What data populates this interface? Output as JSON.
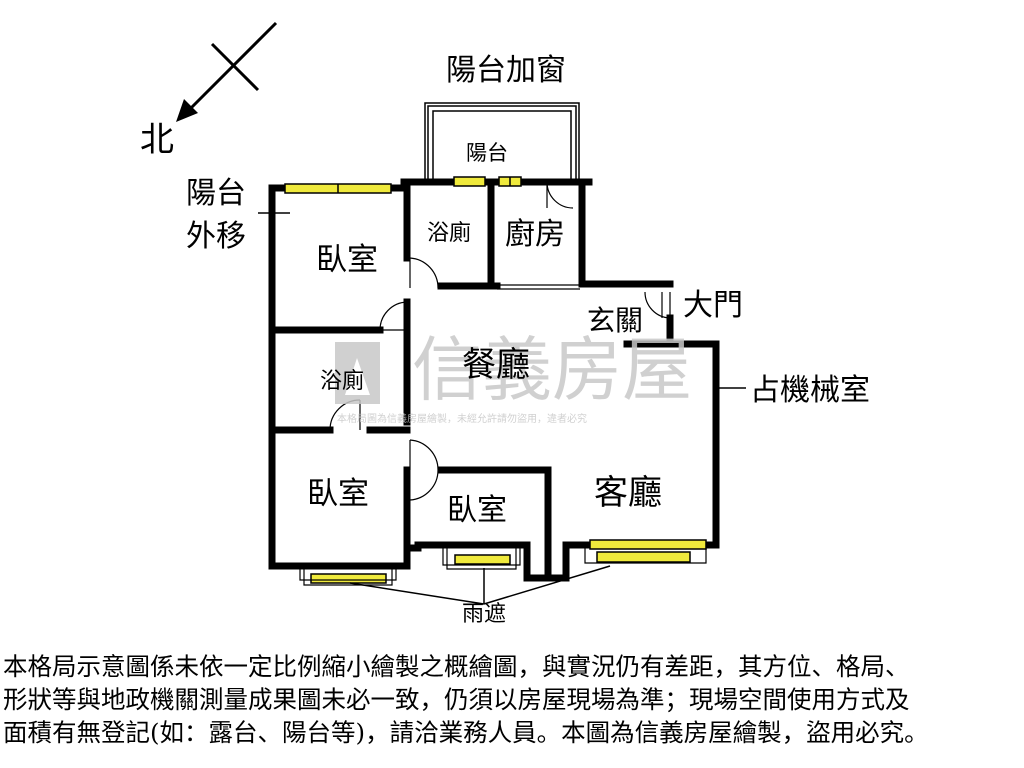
{
  "compass": {
    "north_label": "北"
  },
  "labels": {
    "balcony_window": "陽台加窗",
    "balcony": "陽台",
    "balcony_moved_line1": "陽台",
    "balcony_moved_line2": "外移",
    "bathroom_top": "浴廁",
    "kitchen": "廚房",
    "bedroom_top": "臥室",
    "foyer": "玄關",
    "main_door": "大門",
    "dining_room": "餐廳",
    "bathroom_mid": "浴廁",
    "machine_room": "占機械室",
    "bedroom_left": "臥室",
    "bedroom_small": "臥室",
    "living_room": "客廳",
    "awning": "雨遮"
  },
  "watermark": {
    "brand": "信義房屋",
    "notice": "本格局圖為信義房屋繪製，未經允許請勿盜用，違者必究"
  },
  "disclaimer": [
    "本格局示意圖係未依一定比例縮小繪製之概繪圖，與實況仍有差距，其方位、格局、",
    "形狀等與地政機關測量成果圖未必一致，仍須以房屋現場為準；現場空間使用方式及",
    "面積有無登記(如：露台、陽台等)，請洽業務人員。本圖為信義房屋繪製，盜用必究。"
  ],
  "colors": {
    "wall": "#000000",
    "window": "#f0ea3c",
    "watermark": "#c8c8c8"
  }
}
